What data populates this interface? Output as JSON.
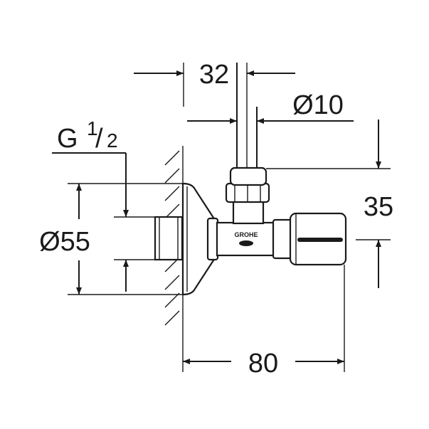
{
  "dimensions": {
    "top_spacing": "32",
    "pipe_diameter": "Ø10",
    "thread_main": "G",
    "thread_num": "1",
    "thread_den": "2",
    "rosette_diameter": "Ø55",
    "outlet_height": "35",
    "depth": "80"
  },
  "logo": {
    "text": "GROHE"
  },
  "colors": {
    "line": "#1a1a1a",
    "background": "#ffffff"
  }
}
